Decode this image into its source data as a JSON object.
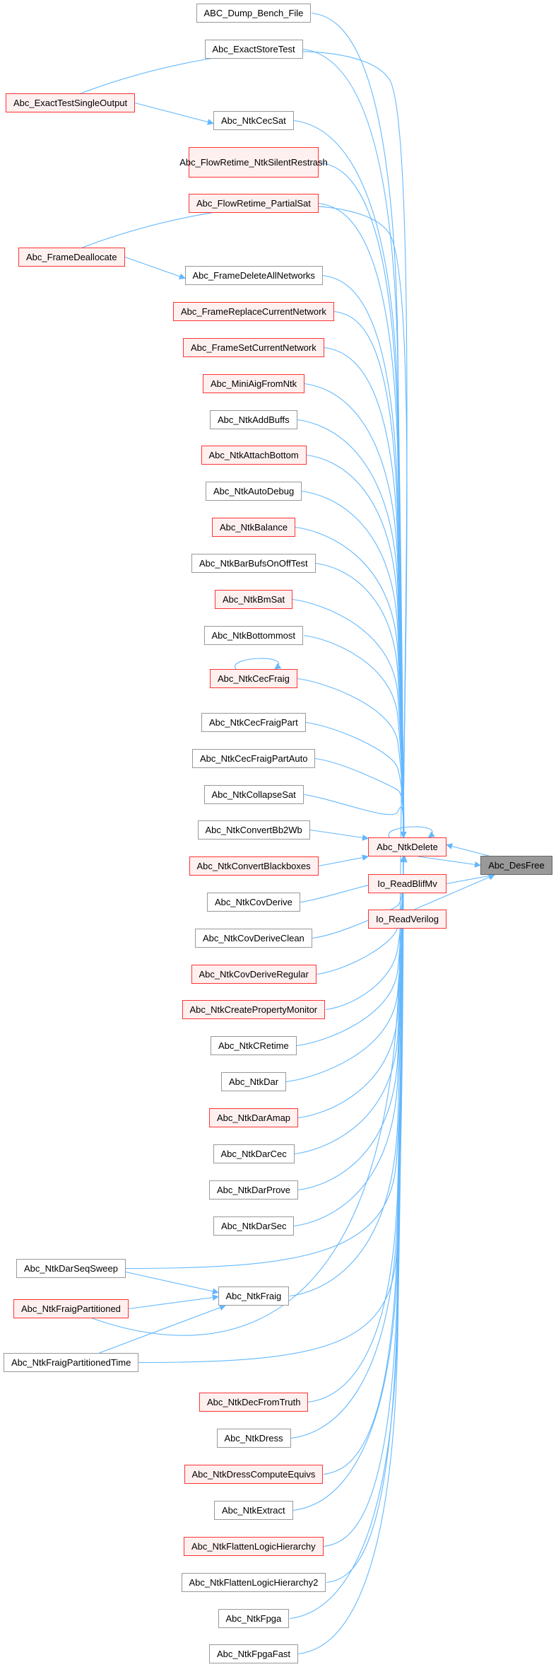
{
  "graph": {
    "edge_color": "#63b8ff",
    "nodes": [
      {
        "id": "dump",
        "label": "ABC_Dump_Bench_File",
        "style": "gray"
      },
      {
        "id": "exactstore",
        "label": "Abc_ExactStoreTest",
        "style": "gray"
      },
      {
        "id": "exactsingle",
        "label": "Abc_ExactTestSingleOutput",
        "style": "red"
      },
      {
        "id": "ceccsat",
        "label": "Abc_NtkCecSat",
        "style": "gray"
      },
      {
        "id": "flowsilent",
        "label": "Abc_FlowRetime_NtkSilentRestrash",
        "style": "red"
      },
      {
        "id": "flowpartial",
        "label": "Abc_FlowRetime_PartialSat",
        "style": "red"
      },
      {
        "id": "framedealloc",
        "label": "Abc_FrameDeallocate",
        "style": "red"
      },
      {
        "id": "framedelall",
        "label": "Abc_FrameDeleteAllNetworks",
        "style": "gray"
      },
      {
        "id": "framereplace",
        "label": "Abc_FrameReplaceCurrentNetwork",
        "style": "red"
      },
      {
        "id": "frameset",
        "label": "Abc_FrameSetCurrentNetwork",
        "style": "red"
      },
      {
        "id": "miniaig",
        "label": "Abc_MiniAigFromNtk",
        "style": "red"
      },
      {
        "id": "addbuffs",
        "label": "Abc_NtkAddBuffs",
        "style": "gray"
      },
      {
        "id": "attachbottom",
        "label": "Abc_NtkAttachBottom",
        "style": "red"
      },
      {
        "id": "autodebug",
        "label": "Abc_NtkAutoDebug",
        "style": "gray"
      },
      {
        "id": "balance",
        "label": "Abc_NtkBalance",
        "style": "red"
      },
      {
        "id": "barbufs",
        "label": "Abc_NtkBarBufsOnOffTest",
        "style": "gray"
      },
      {
        "id": "bmsat",
        "label": "Abc_NtkBmSat",
        "style": "red"
      },
      {
        "id": "bottommost",
        "label": "Abc_NtkBottommost",
        "style": "gray"
      },
      {
        "id": "cecfraig",
        "label": "Abc_NtkCecFraig",
        "style": "red"
      },
      {
        "id": "cecfraigpart",
        "label": "Abc_NtkCecFraigPart",
        "style": "gray"
      },
      {
        "id": "cecfraigpartauto",
        "label": "Abc_NtkCecFraigPartAuto",
        "style": "gray"
      },
      {
        "id": "collapsesat",
        "label": "Abc_NtkCollapseSat",
        "style": "gray"
      },
      {
        "id": "bb2wb",
        "label": "Abc_NtkConvertBb2Wb",
        "style": "gray"
      },
      {
        "id": "blackboxes",
        "label": "Abc_NtkConvertBlackboxes",
        "style": "red"
      },
      {
        "id": "covderive",
        "label": "Abc_NtkCovDerive",
        "style": "gray"
      },
      {
        "id": "covclean",
        "label": "Abc_NtkCovDeriveClean",
        "style": "gray"
      },
      {
        "id": "covregular",
        "label": "Abc_NtkCovDeriveRegular",
        "style": "red"
      },
      {
        "id": "propmonitor",
        "label": "Abc_NtkCreatePropertyMonitor",
        "style": "red"
      },
      {
        "id": "cretime",
        "label": "Abc_NtkCRetime",
        "style": "gray"
      },
      {
        "id": "dar",
        "label": "Abc_NtkDar",
        "style": "gray"
      },
      {
        "id": "daramap",
        "label": "Abc_NtkDarAmap",
        "style": "red"
      },
      {
        "id": "darcec",
        "label": "Abc_NtkDarCec",
        "style": "gray"
      },
      {
        "id": "darprove",
        "label": "Abc_NtkDarProve",
        "style": "gray"
      },
      {
        "id": "darsec",
        "label": "Abc_NtkDarSec",
        "style": "gray"
      },
      {
        "id": "darseqsweep",
        "label": "Abc_NtkDarSeqSweep",
        "style": "gray"
      },
      {
        "id": "fraig",
        "label": "Abc_NtkFraig",
        "style": "gray"
      },
      {
        "id": "fraigpart",
        "label": "Abc_NtkFraigPartitioned",
        "style": "red"
      },
      {
        "id": "fraigparttime",
        "label": "Abc_NtkFraigPartitionedTime",
        "style": "gray"
      },
      {
        "id": "decfromtruth",
        "label": "Abc_NtkDecFromTruth",
        "style": "red"
      },
      {
        "id": "dress",
        "label": "Abc_NtkDress",
        "style": "gray"
      },
      {
        "id": "dressequivs",
        "label": "Abc_NtkDressComputeEquivs",
        "style": "red"
      },
      {
        "id": "extract",
        "label": "Abc_NtkExtract",
        "style": "gray"
      },
      {
        "id": "flatten",
        "label": "Abc_NtkFlattenLogicHierarchy",
        "style": "red"
      },
      {
        "id": "flatten2",
        "label": "Abc_NtkFlattenLogicHierarchy2",
        "style": "gray"
      },
      {
        "id": "fpga",
        "label": "Abc_NtkFpga",
        "style": "gray"
      },
      {
        "id": "fpgafast",
        "label": "Abc_NtkFpgaFast",
        "style": "gray"
      },
      {
        "id": "ntkdelete",
        "label": "Abc_NtkDelete",
        "style": "red"
      },
      {
        "id": "readblifmv",
        "label": "Io_ReadBlifMv",
        "style": "red"
      },
      {
        "id": "readverilog",
        "label": "Io_ReadVerilog",
        "style": "red"
      },
      {
        "id": "desfree",
        "label": "Abc_DesFree",
        "style": "dark"
      }
    ],
    "extra_edges": [
      [
        "exactsingle",
        "ceccsat"
      ],
      [
        "framedealloc",
        "framedelall"
      ],
      [
        "darseqsweep",
        "fraig"
      ],
      [
        "fraigpart",
        "fraig"
      ],
      [
        "fraigparttime",
        "fraig"
      ],
      [
        "desfree",
        "ntkdelete"
      ],
      [
        "ntkdelete",
        "desfree"
      ],
      [
        "readblifmv",
        "desfree"
      ],
      [
        "readverilog",
        "desfree"
      ]
    ],
    "self_loops": [
      "cecfraig",
      "ntkdelete"
    ]
  }
}
